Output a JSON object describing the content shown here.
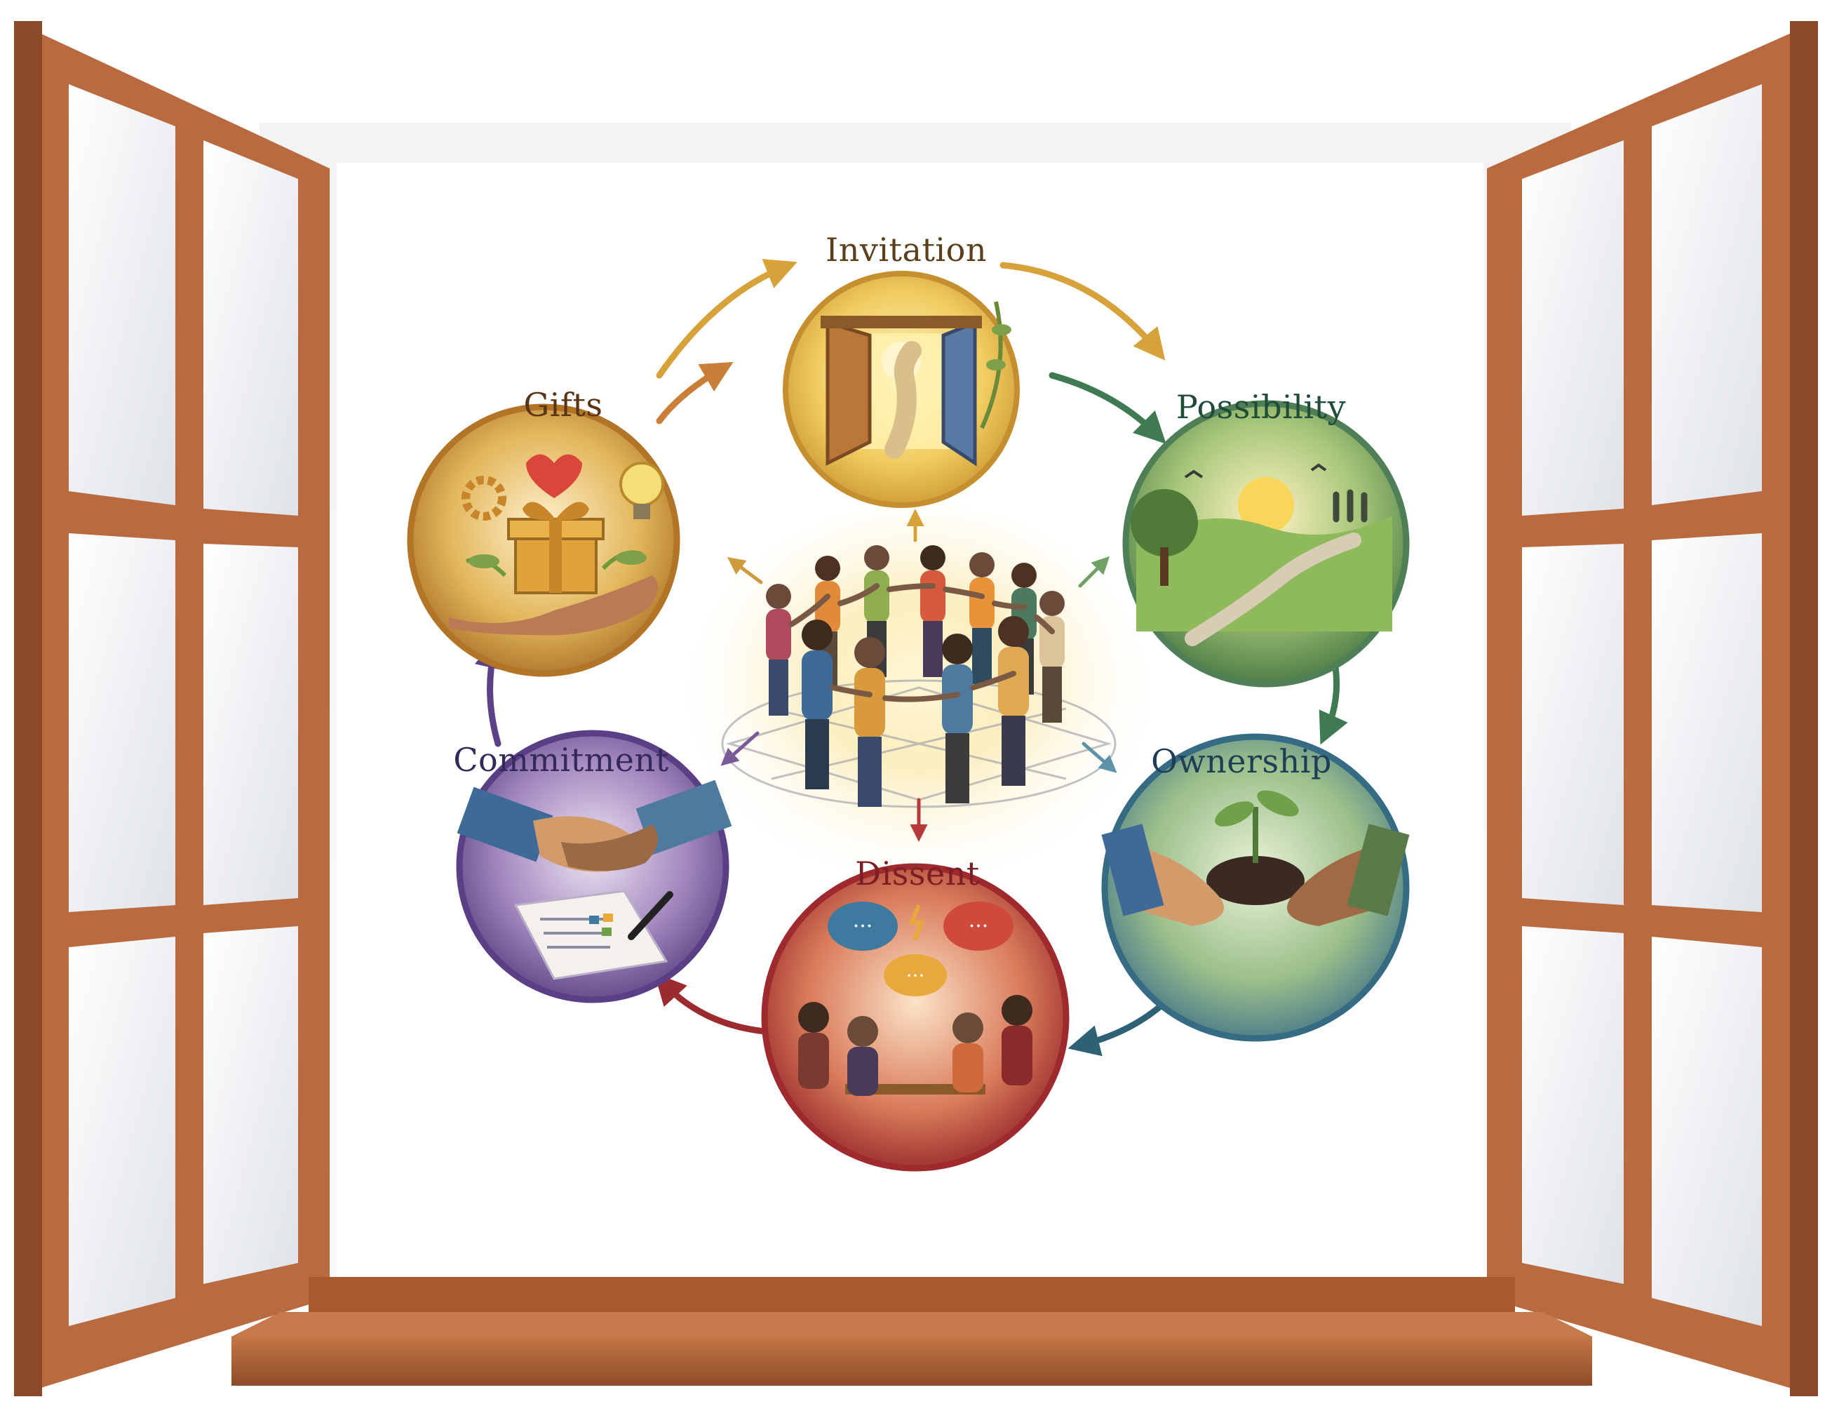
{
  "diagram": {
    "stages": [
      {
        "id": "invitation",
        "label": "Invitation",
        "color": "#5a3f1a"
      },
      {
        "id": "possibility",
        "label": "Possibility",
        "color": "#1f4d37"
      },
      {
        "id": "ownership",
        "label": "Ownership",
        "color": "#1d3e56"
      },
      {
        "id": "dissent",
        "label": "Dissent",
        "color": "#7a1f25"
      },
      {
        "id": "commitment",
        "label": "Commitment",
        "color": "#35295c"
      },
      {
        "id": "gifts",
        "label": "Gifts",
        "color": "#5a3417"
      }
    ]
  },
  "colors": {
    "window_frame": "#b96a3f",
    "window_frame_dark": "#8a4a27",
    "invitation": "#e4b94a",
    "possibility": "#6fa064",
    "ownership": "#5c93a8",
    "dissent": "#b73a3a",
    "commitment": "#7a5b98",
    "gifts": "#cd9a3c"
  },
  "icons": {
    "invitation": "open-door-icon",
    "possibility": "sunrise-path-icon",
    "ownership": "hands-holding-seedling-icon",
    "dissent": "speech-bubbles-icon",
    "commitment": "handshake-icon",
    "gifts": "gift-box-icon",
    "center": "people-circle-icon"
  }
}
